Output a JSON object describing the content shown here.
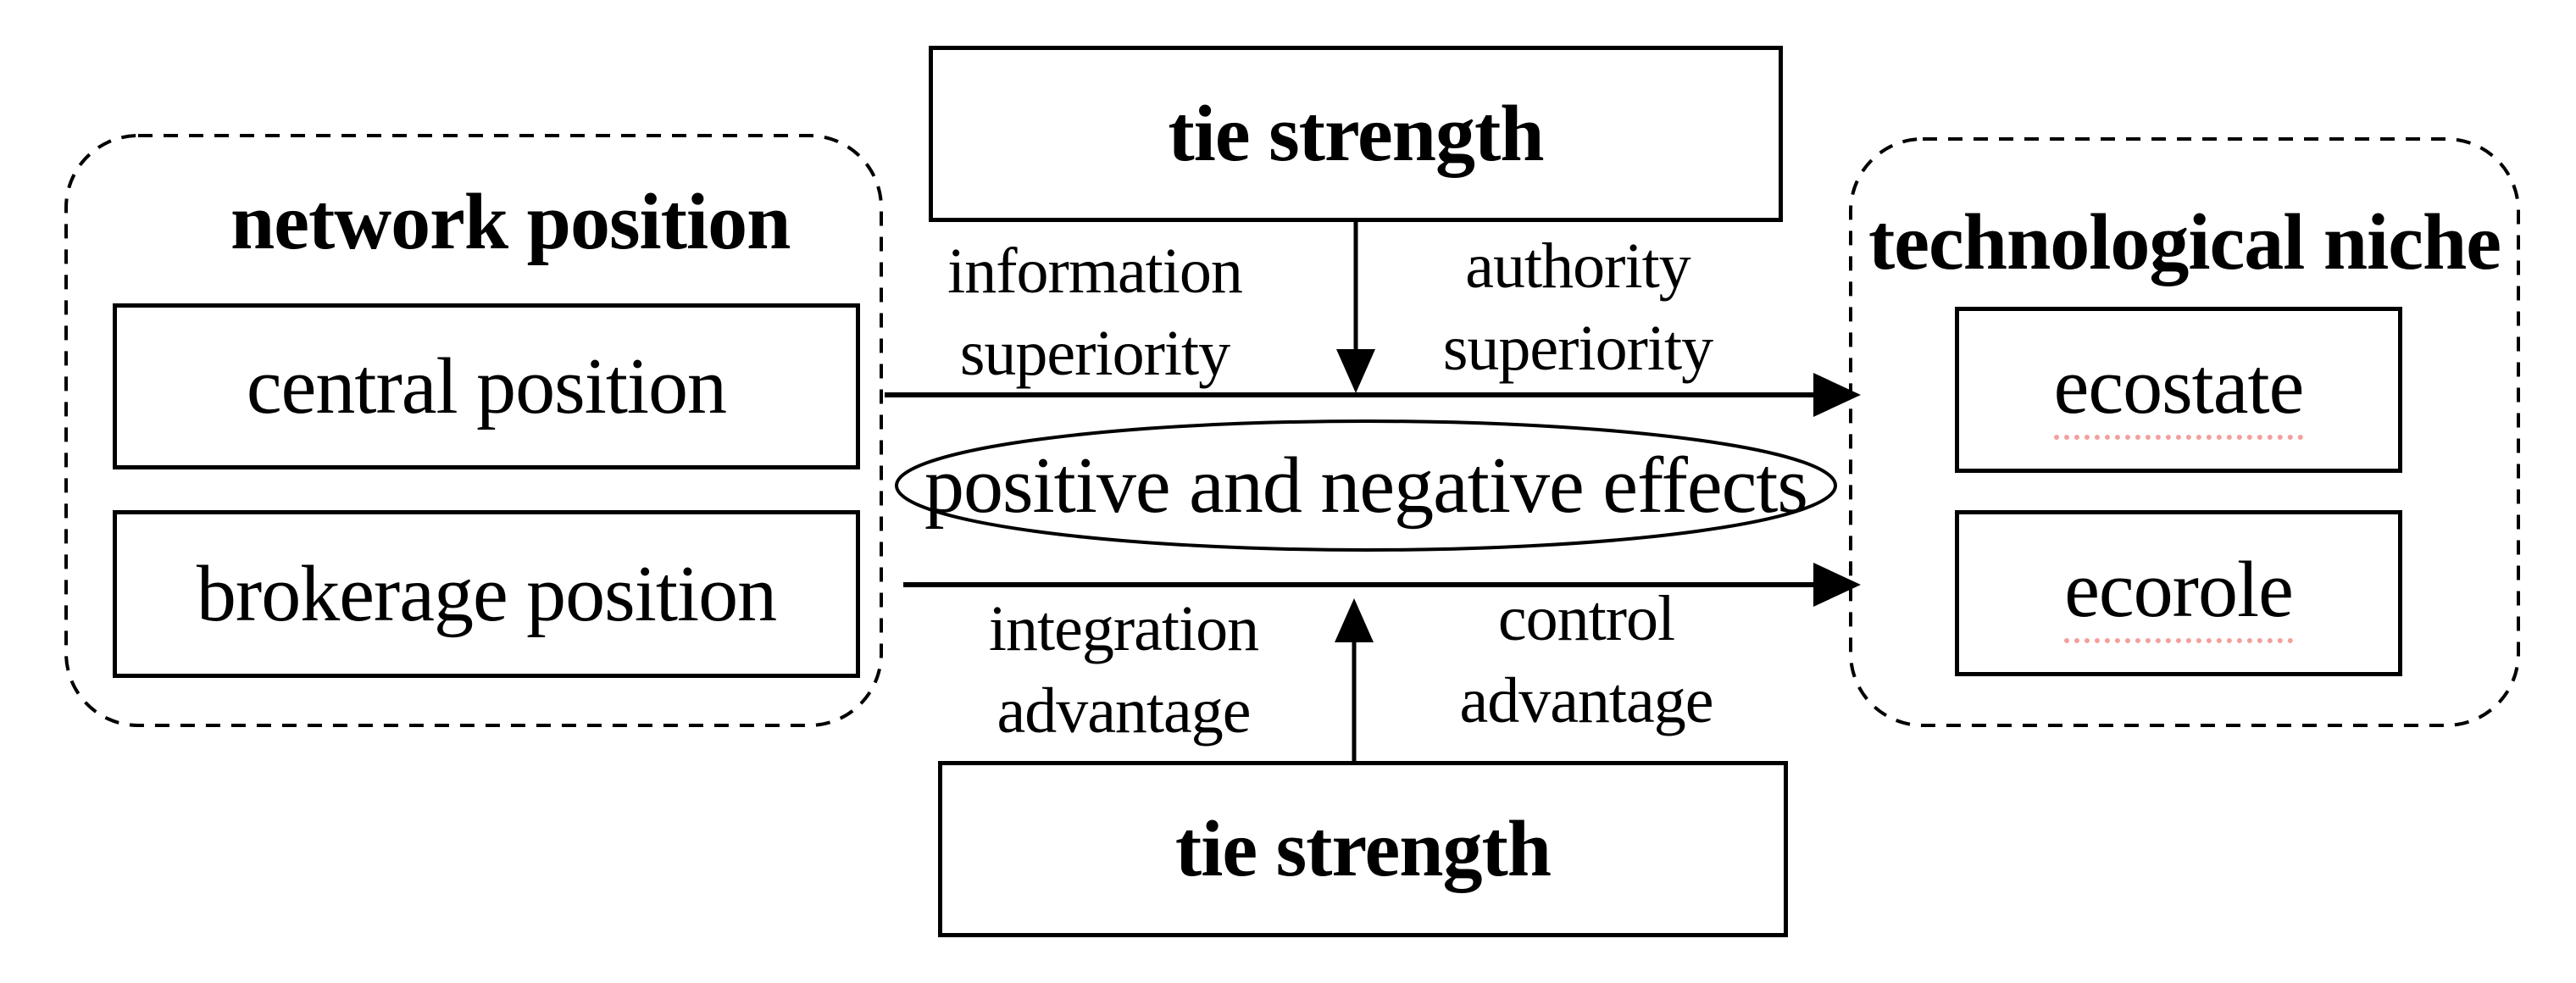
{
  "figure": {
    "background_color": "#ffffff",
    "stroke_color": "#000000",
    "spellcheck_underline_color": "#f2a09c",
    "left_group": {
      "title": "network position",
      "items": [
        {
          "label": "central position"
        },
        {
          "label": "brokerage position"
        }
      ]
    },
    "right_group": {
      "title": "technological niche",
      "items": [
        {
          "label": "ecostate"
        },
        {
          "label": "ecorole"
        }
      ]
    },
    "top_box": {
      "label": "tie strength"
    },
    "bottom_box": {
      "label": "tie strength"
    },
    "center_ellipse": {
      "label": "positive and negative effects"
    },
    "edge_labels": {
      "information_superiority": {
        "line1": "information",
        "line2": "superiority"
      },
      "authority_superiority": {
        "line1": "authority",
        "line2": "superiority"
      },
      "integration_advantage": {
        "line1": "integration",
        "line2": "advantage"
      },
      "control_advantage": {
        "line1": "control",
        "line2": "advantage"
      }
    }
  }
}
